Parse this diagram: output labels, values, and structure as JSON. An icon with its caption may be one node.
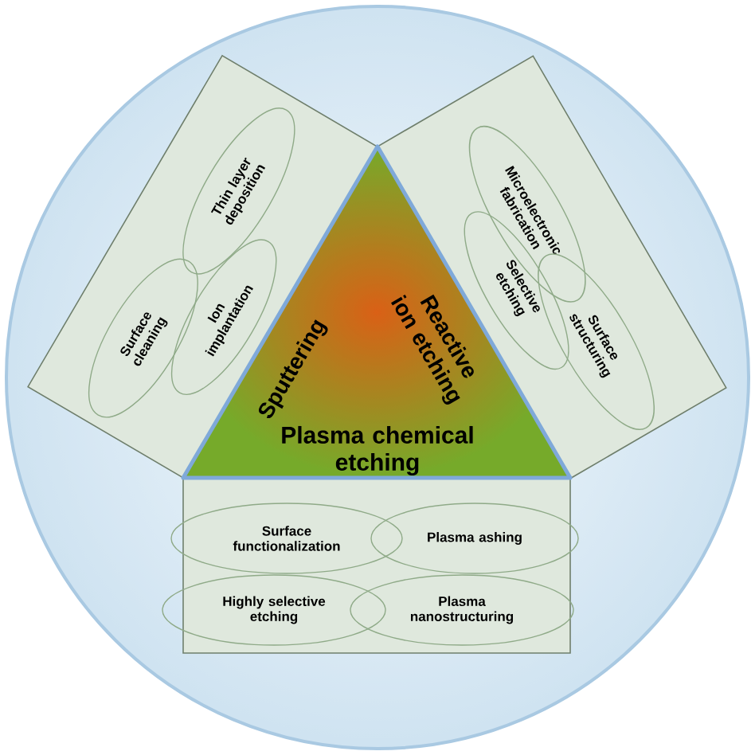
{
  "diagram": {
    "nodes": [
      {
        "text": [
          "Sputtering",
          "Reactive ion etching",
          "Plasma chemical etching"
        ]
      },
      {
        "text": [],
        "shape": "box"
      },
      {
        "text": [
          "Thin layer deposition"
        ],
        "in": 1
      },
      {
        "text": [
          "Surface cleaning"
        ],
        "in": 1
      },
      {
        "text": [
          "Ion implantation"
        ],
        "in": 1
      },
      {
        "text": [],
        "shape": "box"
      },
      {
        "text": [
          "Microelectronic fabrication"
        ],
        "in": 5
      },
      {
        "text": [
          "Selective etching"
        ],
        "in": 5
      },
      {
        "text": [
          "Surface structuring"
        ],
        "in": 5
      },
      {
        "text": [],
        "shape": "box"
      },
      {
        "text": [
          "Surface functionalization"
        ],
        "in": 9
      },
      {
        "text": [
          "Plasma ashing"
        ],
        "in": 9
      },
      {
        "text": [
          "Highly selective etching"
        ],
        "in": 9
      },
      {
        "text": [
          "Plasma nanostructuring"
        ],
        "in": 9
      }
    ]
  }
}
